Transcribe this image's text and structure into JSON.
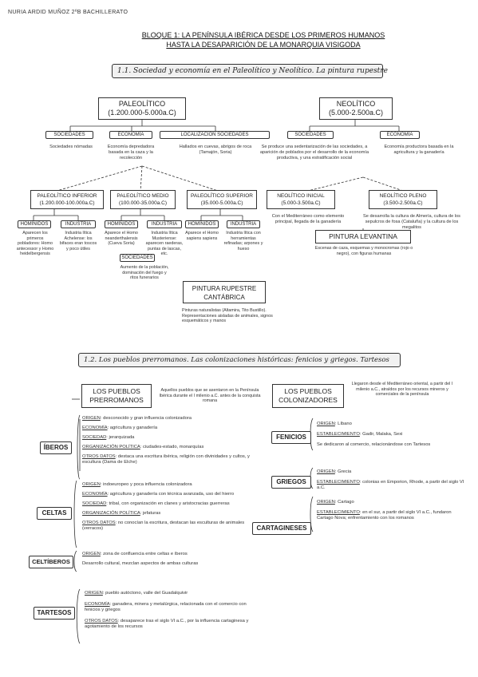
{
  "header": {
    "author": "NURIA ARDID MUÑOZ 2ºB BACHILLERATO"
  },
  "title": {
    "line1": "BLOQUE 1: LA PENÍNSULA IBÉRICA DESDE LOS PRIMEROS HUMANOS",
    "line2": "HASTA LA DESAPARICIÓN DE LA MONARQUIA VISIGODA"
  },
  "s1": {
    "heading": "1.1. Sociedad y economía en el Paleolítico y Neolítico. La pintura rupestre",
    "paleo": {
      "title": "PALEOLÍTICO",
      "dates": "(1.200.000-5.000a.C)"
    },
    "neo": {
      "title": "NEOLÍTICO",
      "dates": "(5.000-2.500a.C)"
    },
    "paleo_tags": [
      "SOCIEDADES",
      "ECONOMÍA",
      "LOCALIZACION SOCIEDADES"
    ],
    "paleo_texts": [
      "Sociedades nómadas",
      "Economía depredadora basada en la caza y la recolección",
      "Hallados en cuevas, abrigos de roca (Tamajón, Soria)"
    ],
    "neo_tags": [
      "SOCIEDADES",
      "ECONOMÍA"
    ],
    "neo_texts": [
      "Se produce una sedentarización de las sociedades, a aparición de poblados por el desarrollo de la economía productiva, y una estratificación social",
      "Economía productora basada en la agricultura y la ganadería"
    ],
    "periods": [
      {
        "title": "PALEOLÍTICO INFERIOR",
        "dates": "(1.200.000-100.000a.C)"
      },
      {
        "title": "PALEOLÍTICO MEDIO",
        "dates": "(100.000-35.000a.C)"
      },
      {
        "title": "PALEOLÍTICO SUPERIOR",
        "dates": "(35.000-5.000a.C)"
      },
      {
        "title": "NEOLÍTICO INICIAL",
        "dates": "(5.000-3.500a.C)"
      },
      {
        "title": "NEOLÍTICO PLENO",
        "dates": "(3.500-2.500a.C)"
      }
    ],
    "sub_tags": [
      "HOMÍNIDOS",
      "INDUSTRIA",
      "HOMÍNIDOS",
      "INDUSTRIA",
      "HOMÍNIDOS",
      "INDUSTRIA",
      "SOCIEDADES"
    ],
    "sub_texts": [
      "Aparecen los primeros pobladores: Homo antecessor y Homo heidelbergensis",
      "Industria lítica Achelense: los bifaces eran toscos y poco útiles",
      "Aparece el Homo neanderthalensis (Cueva Soria)",
      "Industria lítica Musteriense: aparecen raederas, puntas de lascas, etc.",
      "Aparece el Homo sapiens sapiens",
      "Industria lítica con herramientas refinadas; arpones y hueso",
      "Aumento de la población, dominación del fuego y ritos funerarios"
    ],
    "neo_period_texts": [
      "Con el Mediterráneo como elemento principal, llegada de la ganadería",
      "Se desarrolla la cultura de Almería, cultura de los sepulcros de fosa (Cataluña) y la cultura de los megalitos"
    ],
    "pintura_cant": {
      "title": "PINTURA RUPESTRE CANTÁBRICA",
      "text": "Pinturas naturalistas (Altamira, Tito Bustillo). Representaciones aisladas de animales, signos esquemáticos y manos"
    },
    "pintura_lev": {
      "title": "PINTURA LEVANTINA",
      "text": "Escenas de caza, esquemas y monocromas (rojo o negro), con figuras humanas"
    }
  },
  "s2": {
    "heading": "1.2. Los pueblos prerromanos. Las colonizaciones históricas: fenicios y griegos. Tartesos",
    "prerromanos": {
      "title": "LOS PUEBLOS PRERROMANOS",
      "text": "Aquellos pueblos que se asentaron en la Península Ibérica durante el I milenio a.C. antes de la conquista romana"
    },
    "colonizadores": {
      "title": "LOS PUEBLOS COLONIZADORES",
      "text": "Llegaron desde el Mediterráneo oriental, a partir del I milenio a.C., atraídos por los recursos mineros y comerciales de la península"
    },
    "peoples": [
      {
        "name": "ÍBEROS",
        "rows": [
          {
            "k": "ORIGEN",
            "v": ": desconocido y gran influencia colonizadora"
          },
          {
            "k": "ECONOMÍA",
            "v": ": agricultura y ganadería"
          },
          {
            "k": "SOCIEDAD",
            "v": ": jerarquizada"
          },
          {
            "k": "ORGANIZACIÓN POLÍTICA",
            "v": ": ciudades-estado, monarquías"
          },
          {
            "k": "OTROS DATOS",
            "v": ": destaca una escritura ibérica, religión con divinidades y cultos, y escultura (Dama de Elche)"
          }
        ]
      },
      {
        "name": "CELTAS",
        "rows": [
          {
            "k": "ORIGEN",
            "v": ": indoeuropeo y poca influencia colonizadora"
          },
          {
            "k": "ECONOMÍA",
            "v": ": agricultura y ganadería con técnica avanzada, uso del hierro"
          },
          {
            "k": "SOCIEDAD",
            "v": ": tribal, con organización en clanes y aristocracias guerreras"
          },
          {
            "k": "ORGANIZACIÓN POLÍTICA",
            "v": ": jefaturas"
          },
          {
            "k": "OTROS DATOS",
            "v": ": no conocían la escritura, destacan las esculturas de animales (verracos)"
          }
        ]
      },
      {
        "name": "CELTÍBEROS",
        "rows": [
          {
            "k": "ORIGEN",
            "v": ": zona de confluencia entre celtas e íberos"
          },
          {
            "k": "",
            "v": "Desarrollo cultural, mezclan aspectos de ambas culturas"
          }
        ]
      },
      {
        "name": "TARTESOS",
        "rows": [
          {
            "k": "ORIGEN",
            "v": ": pueblo autóctono, valle del Guadalquivir"
          },
          {
            "k": "ECONOMÍA",
            "v": ": ganadera, minera y metalúrgica, relacionada con el comercio con fenicios y griegos"
          },
          {
            "k": "OTROS DATOS",
            "v": ": desaparece tras el siglo VI a.C., por la influencia cartaginesa y agotamiento de los recursos"
          }
        ]
      }
    ],
    "colonizers": [
      {
        "name": "FENICIOS",
        "rows": [
          {
            "k": "ORIGEN",
            "v": ": Líbano"
          },
          {
            "k": "ESTABLECIMIENTO",
            "v": ": Gadir, Malaka, Sexi"
          },
          {
            "k": "",
            "v": "Se dedicaron al comercio, relacionándose con Tartesos"
          }
        ]
      },
      {
        "name": "GRIEGOS",
        "rows": [
          {
            "k": "ORIGEN",
            "v": ": Grecia"
          },
          {
            "k": "ESTABLECIMIENTO",
            "v": ": colonias en Emporion, Rhode, a partir del siglo VI a.C."
          }
        ]
      },
      {
        "name": "CARTAGINESES",
        "rows": [
          {
            "k": "ORIGEN",
            "v": ": Cartago"
          },
          {
            "k": "ESTABLECIMIENTO",
            "v": ": en el sur, a partir del siglo VI a.C., fundaron Cartago Nova; enfrentamiento con los romanos"
          }
        ]
      }
    ]
  }
}
